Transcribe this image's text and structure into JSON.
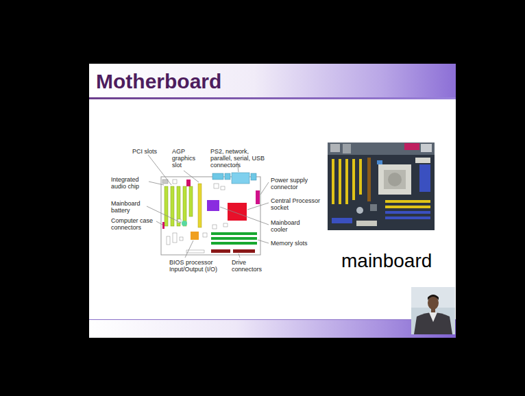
{
  "diagram": {
    "title": "Motherboard",
    "labels": [
      "PCI slots",
      "AGP graphics slot",
      "PS2, network, parallel, serial, USB connectors",
      "Integrated audio chip",
      "Mainboard battery",
      "Computer case connectors",
      "Power supply connector",
      "Central Processor socket",
      "Mainboard cooler",
      "Memory slots",
      "BIOS processor Input/Output (I/O)",
      "Drive connectors",
      "mainboard"
    ]
  }
}
